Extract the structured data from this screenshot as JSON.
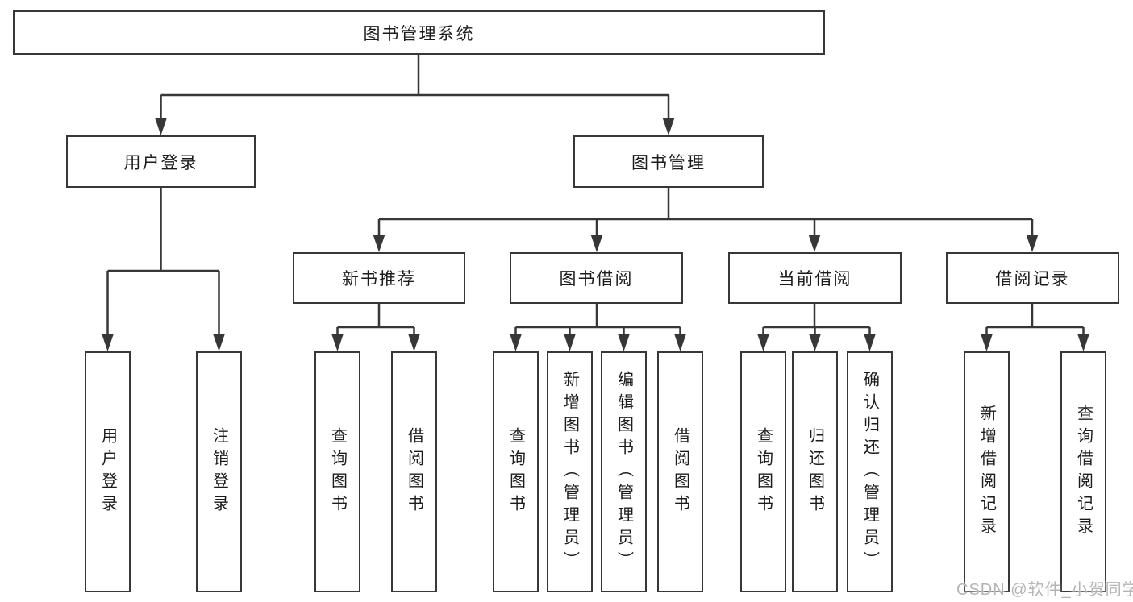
{
  "tree": {
    "label": "图书管理系统",
    "children": [
      {
        "label": "用户登录",
        "children": [
          {
            "label": "用户登录"
          },
          {
            "label": "注销登录"
          }
        ]
      },
      {
        "label": "图书管理",
        "children": [
          {
            "label": "新书推荐",
            "children": [
              {
                "label": "查询图书"
              },
              {
                "label": "借阅图书"
              }
            ]
          },
          {
            "label": "图书借阅",
            "children": [
              {
                "label": "查询图书"
              },
              {
                "label": "新增图书（管理员）"
              },
              {
                "label": "编辑图书（管理员）"
              },
              {
                "label": "借阅图书"
              }
            ]
          },
          {
            "label": "当前借阅",
            "children": [
              {
                "label": "查询图书"
              },
              {
                "label": "归还图书"
              },
              {
                "label": "确认归还（管理员）"
              }
            ]
          },
          {
            "label": "借阅记录",
            "children": [
              {
                "label": "新增借阅记录"
              },
              {
                "label": "查询借阅记录"
              }
            ]
          }
        ]
      }
    ]
  },
  "watermark": {
    "text": "CSDN @软件_小贺同学"
  },
  "colors": {
    "line": "#373737",
    "box_border": "#373737",
    "text": "#1c1c1c",
    "watermark": "#b4b4b4",
    "background": "#ffffff"
  }
}
